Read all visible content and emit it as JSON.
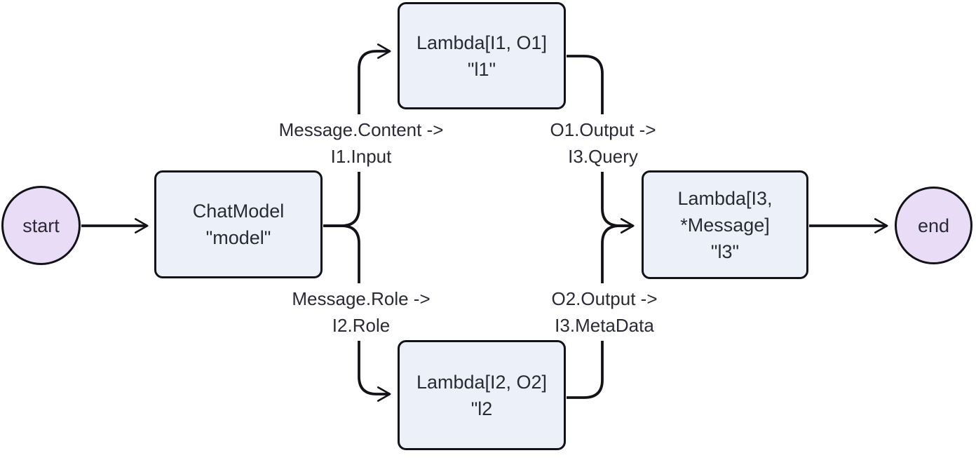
{
  "diagram": {
    "colors": {
      "node_fill": "#ecf0f8",
      "circle_fill": "#e9dcf7",
      "stroke": "#121218",
      "text": "#2a2a35",
      "background": "#ffffff",
      "edge_label_bg": "#ffffff"
    },
    "nodes": {
      "start": {
        "label": "start"
      },
      "model": {
        "lines": [
          "ChatModel",
          "\"model\""
        ]
      },
      "l1": {
        "lines": [
          "Lambda[I1, O1]",
          "\"l1\""
        ]
      },
      "l2": {
        "lines": [
          "Lambda[I2, O2]",
          "\"l2"
        ]
      },
      "l3": {
        "lines": [
          "Lambda[I3,",
          "*Message]",
          "\"l3\""
        ]
      },
      "end": {
        "label": "end"
      }
    },
    "edge_labels": {
      "model_l1": {
        "lines": [
          "Message.Content ->",
          "I1.Input"
        ]
      },
      "l1_l3": {
        "lines": [
          "O1.Output ->",
          "I3.Query"
        ]
      },
      "model_l2": {
        "lines": [
          "Message.Role ->",
          "I2.Role"
        ]
      },
      "l2_l3": {
        "lines": [
          "O2.Output ->",
          "I3.MetaData"
        ]
      }
    }
  }
}
